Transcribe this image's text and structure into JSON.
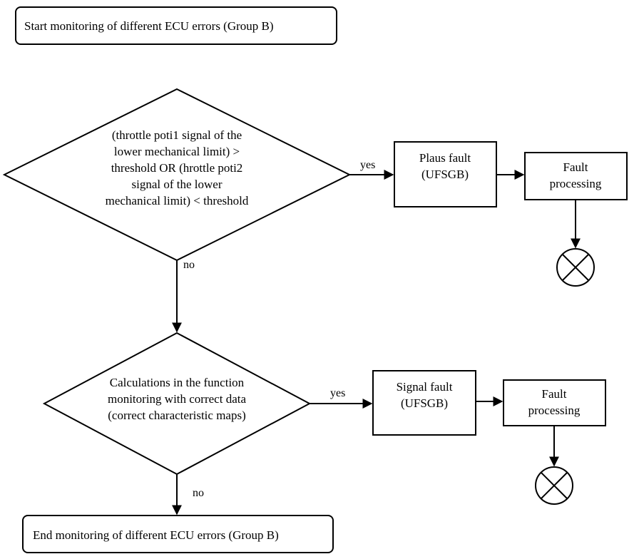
{
  "colors": {
    "stroke": "#000000",
    "background": "#ffffff",
    "text": "#000000"
  },
  "nodes": {
    "start": {
      "text": "Start monitoring of different ECU errors (Group B)"
    },
    "decision1": {
      "lines": [
        "(throttle poti1 signal of the",
        "lower mechanical limit) >",
        "threshold OR (hrottle poti2",
        "signal of the lower",
        "mechanical limit) < threshold"
      ]
    },
    "plaus_fault": {
      "lines": [
        "Plaus fault",
        "(UFSGB)"
      ]
    },
    "fault_processing_1": {
      "lines": [
        "Fault",
        "processing"
      ]
    },
    "end_symbol_1": {
      "icon": "circled-x-icon"
    },
    "decision2": {
      "lines": [
        "Calculations in the function",
        "monitoring with correct data",
        "(correct characteristic maps)"
      ]
    },
    "signal_fault": {
      "lines": [
        "Signal fault",
        "(UFSGB)"
      ]
    },
    "fault_processing_2": {
      "lines": [
        "Fault",
        "processing"
      ]
    },
    "end_symbol_2": {
      "icon": "circled-x-icon"
    },
    "end": {
      "text": "End monitoring of different ECU errors (Group B)"
    }
  },
  "edge_labels": {
    "d1_yes": "yes",
    "d1_no": "no",
    "d2_yes": "yes",
    "d2_no": "no"
  }
}
